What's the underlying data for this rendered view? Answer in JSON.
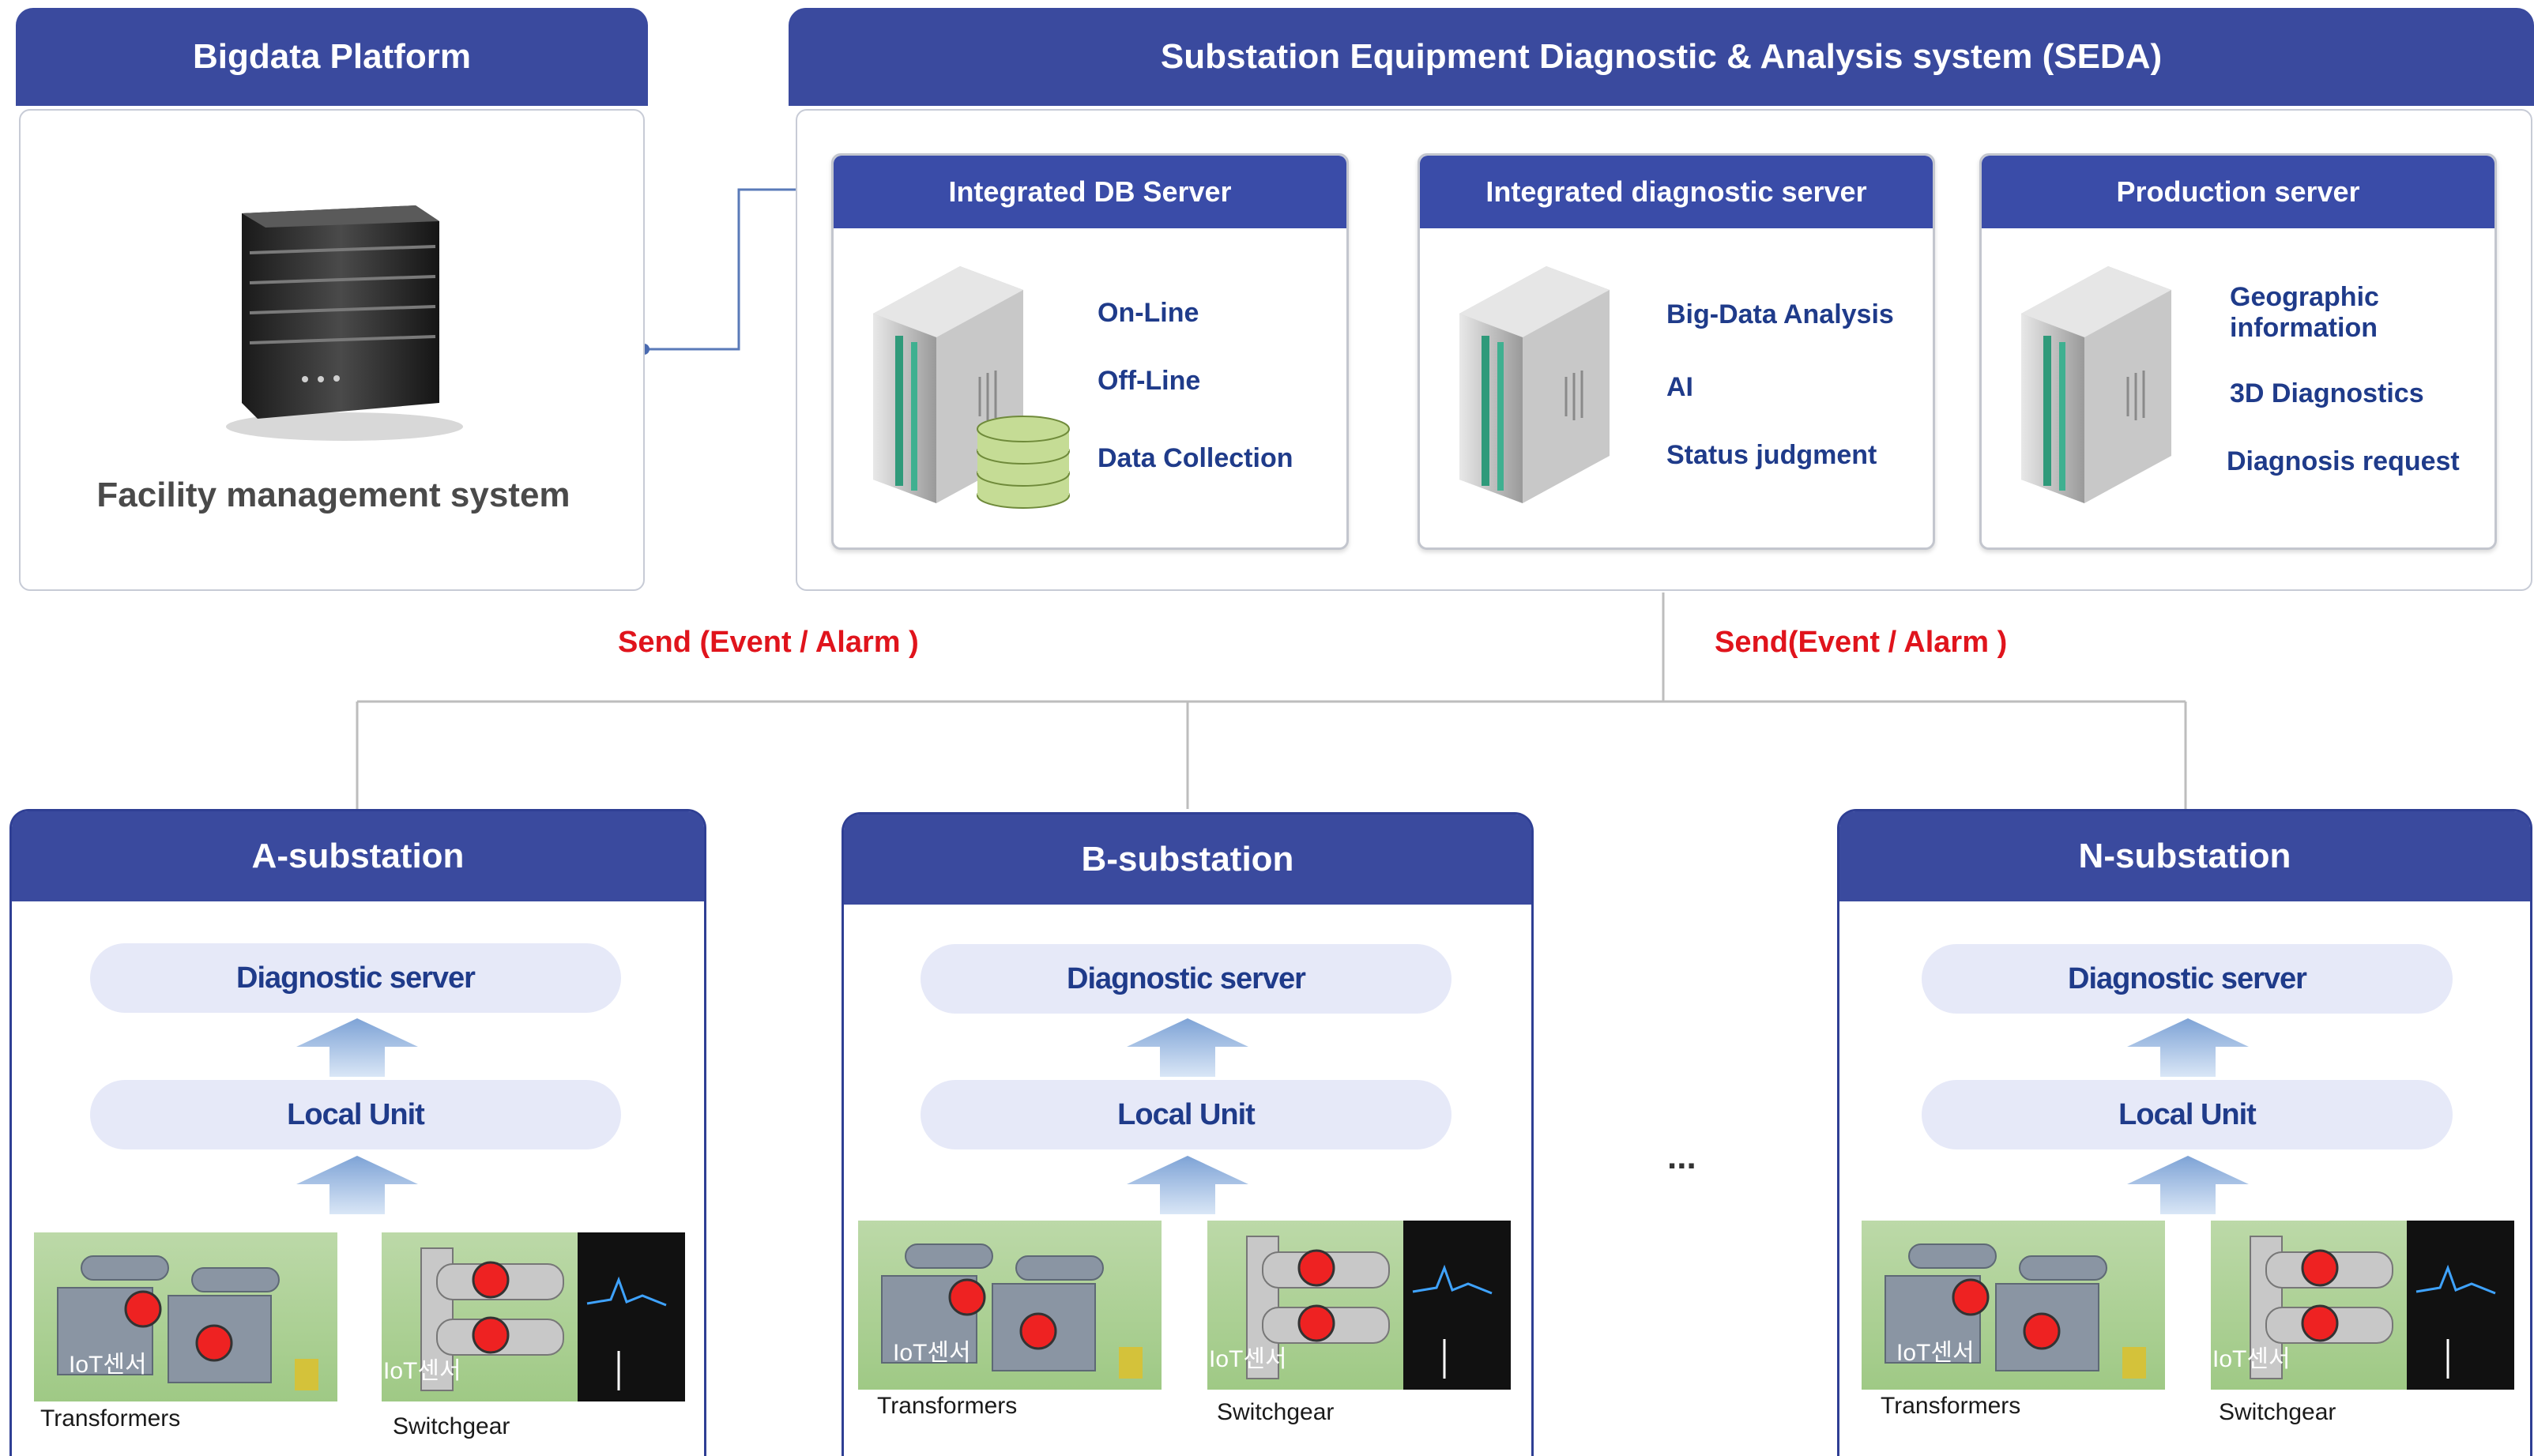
{
  "bigdata": {
    "title": "Bigdata Platform",
    "caption": "Facility management system"
  },
  "seda": {
    "title": "Substation Equipment Diagnostic & Analysis system (SEDA)",
    "servers": [
      {
        "title": "Integrated DB Server",
        "features": [
          "On-Line",
          "Off-Line",
          "Data Collection"
        ]
      },
      {
        "title": "Integrated diagnostic server",
        "features": [
          "Big-Data Analysis",
          "AI",
          "Status judgment"
        ]
      },
      {
        "title": "Production server",
        "features": [
          "Geographic information",
          "3D Diagnostics",
          "Diagnosis request"
        ]
      }
    ]
  },
  "send_labels": [
    "Send (Event / Alarm )",
    "Send(Event / Alarm )"
  ],
  "ellipsis": "...",
  "substations": [
    {
      "title": "A-substation",
      "diag": "Diagnostic server",
      "local": "Local Unit",
      "iot": "IoT센서",
      "eq1": "Transformers",
      "eq2": "Switchgear"
    },
    {
      "title": "B-substation",
      "diag": "Diagnostic server",
      "local": "Local Unit",
      "iot": "IoT센서",
      "eq1": "Transformers",
      "eq2": "Switchgear"
    },
    {
      "title": "N-substation",
      "diag": "Diagnostic server",
      "local": "Local Unit",
      "iot": "IoT센서",
      "eq1": "Transformers",
      "eq2": "Switchgear"
    }
  ],
  "colors": {
    "header": "#3a4a9e",
    "accent_red": "#e0141c",
    "feature_text": "#1f3b8a",
    "pill": "#e6e9f8"
  }
}
